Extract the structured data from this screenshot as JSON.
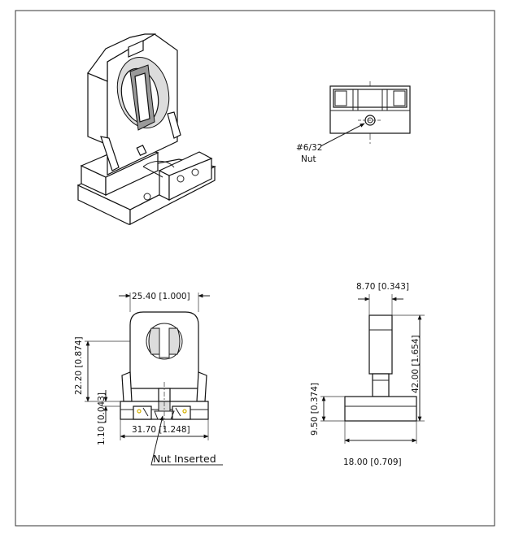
{
  "nut_label": {
    "line1": "#6/32",
    "line2": "Nut"
  },
  "front_view": {
    "width_top": "25.40  [1.000]",
    "height_body": "22.20  [0.874]",
    "height_base": "1.10  [0.043]",
    "width_base": "31.70  [1.248]",
    "nut_inserted": "Nut Inserted"
  },
  "side_view": {
    "width_top": "8.70  [0.343]",
    "height_total": "42.00  [1.654]",
    "height_base": "9.50  [0.374]",
    "width_base": "18.00  [0.709]"
  },
  "colors": {
    "line": "#111111",
    "wire_accent": "#d4b000"
  }
}
